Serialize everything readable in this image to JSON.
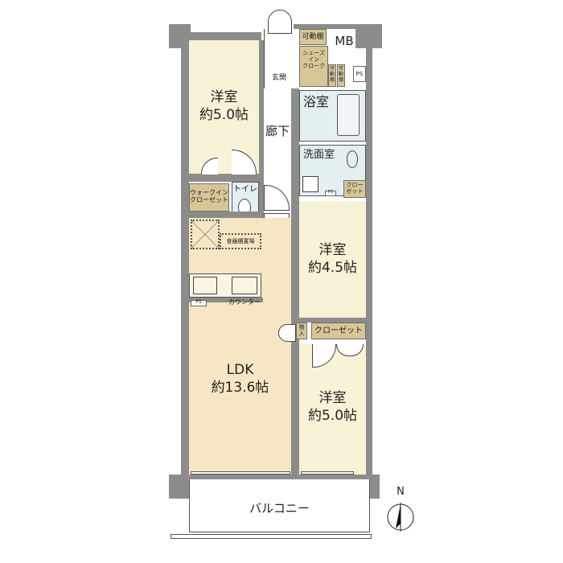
{
  "rooms": {
    "bedroom1": {
      "name": "洋室",
      "size": "約5.0帖"
    },
    "bedroom2": {
      "name": "洋室",
      "size": "約4.5帖"
    },
    "bedroom3": {
      "name": "洋室",
      "size": "約5.0帖"
    },
    "ldk": {
      "name": "LDK",
      "size": "約13.6帖"
    },
    "bath": "浴室",
    "washroom": "洗面室",
    "toilet": "トイレ",
    "corridor": "廊下",
    "entrance": "玄関",
    "balcony": "バルコニー",
    "walk_in_closet": "ウォークイン\nクローゼット",
    "shoes_closet": "シューズイン\nクローク",
    "movable_shelf": "可動棚",
    "mb": "MB",
    "ps": "PS",
    "closet": "クローゼット",
    "small_closet": "クロー\nゼット",
    "storage": "物入",
    "cupboard_space": "食器棚置場",
    "counter": "カウンター"
  },
  "compass": {
    "label": "N"
  },
  "colors": {
    "wall": "#8c8c8c",
    "room": "#f8f2d6",
    "ldk": "#f6e6c3",
    "wet": "#e4eff2",
    "storage": "#d8c697"
  }
}
